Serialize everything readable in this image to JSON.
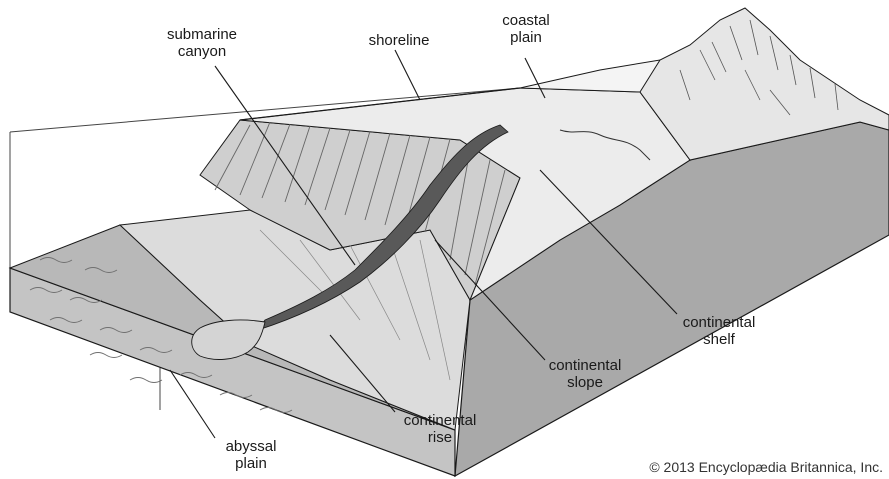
{
  "labels": {
    "submarine_canyon": [
      "submarine",
      "canyon"
    ],
    "shoreline": [
      "shoreline"
    ],
    "coastal_plain": [
      "coastal",
      "plain"
    ],
    "continental_shelf": [
      "continental",
      "shelf"
    ],
    "continental_slope": [
      "continental",
      "slope"
    ],
    "continental_rise": [
      "continental",
      "rise"
    ],
    "abyssal_plain": [
      "abyssal",
      "plain"
    ]
  },
  "credit": "© 2013 Encyclopædia Britannica, Inc.",
  "colors": {
    "ocean_floor": "#b8b8b8",
    "rise": "#dcdcdc",
    "slope": "#cfcfcf",
    "shelf": "#ececec",
    "block_front": "#a9a9a9",
    "block_side": "#c4c4c4",
    "canyon": "#595959",
    "line": "#1a1a1a"
  }
}
